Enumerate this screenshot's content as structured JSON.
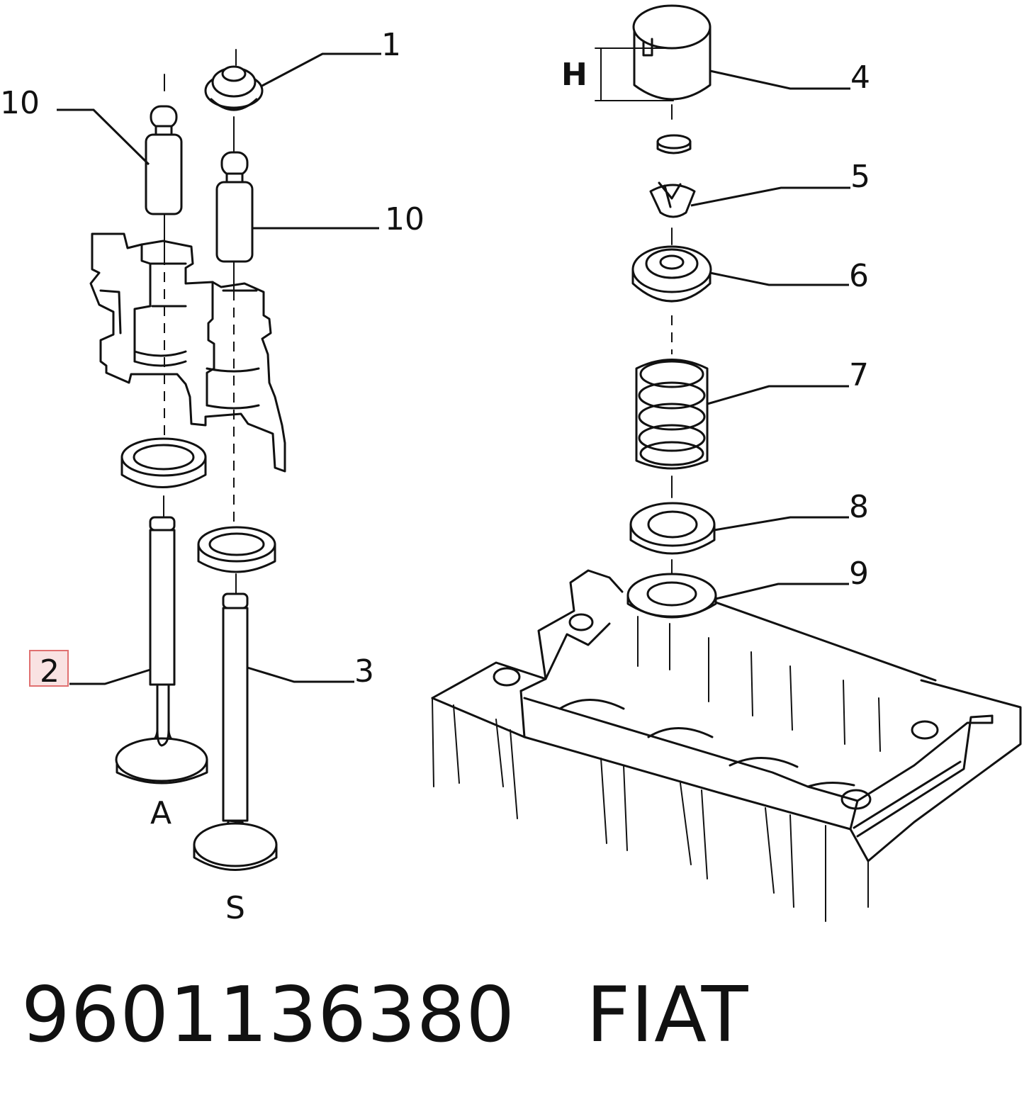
{
  "callouts": {
    "c1": "1",
    "c2": "2",
    "c3": "3",
    "c4": "4",
    "c5": "5",
    "c6": "6",
    "c7": "7",
    "c8": "8",
    "c9": "9",
    "c10a": "10",
    "c10b": "10",
    "h": "H",
    "a": "A",
    "s": "S"
  },
  "footer": {
    "part_number": "9601136380",
    "brand": "FIAT"
  },
  "colors": {
    "line": "#111111",
    "highlight_border": "#e07070"
  }
}
